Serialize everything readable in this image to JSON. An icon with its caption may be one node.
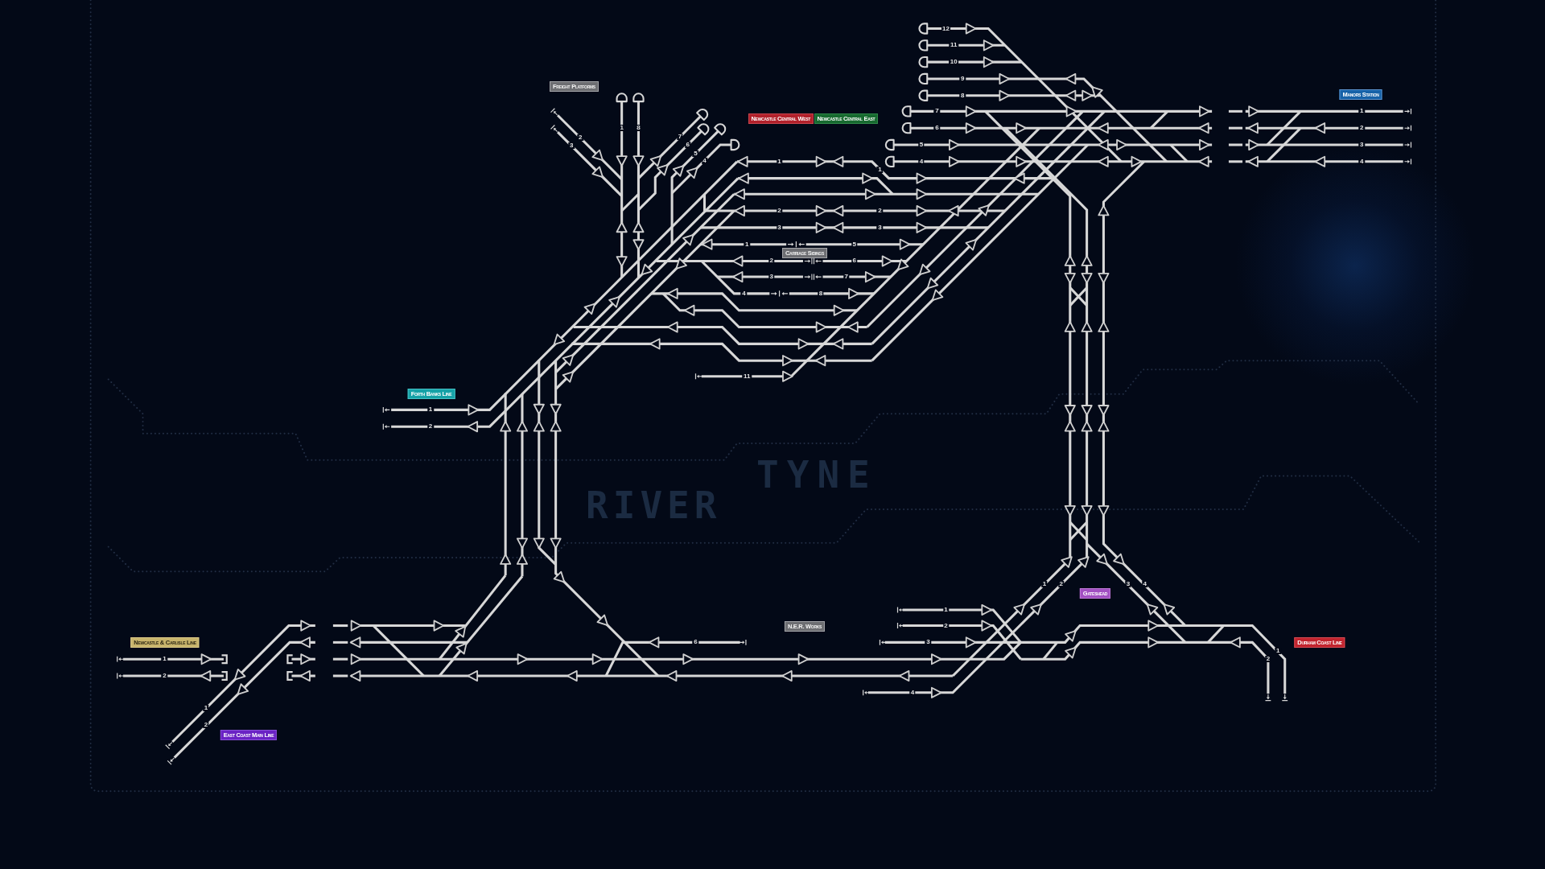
{
  "diagram": {
    "nodes": [
      {
        "text": [
          "Freight Platforms"
        ]
      },
      {
        "text": [
          "Manors Station"
        ]
      },
      {
        "text": [
          "Newcastle Central West"
        ]
      },
      {
        "text": [
          "Newcastle Central East"
        ]
      },
      {
        "text": [
          "Carriage Sidings"
        ]
      },
      {
        "text": [
          "Forth Banks Line"
        ]
      },
      {
        "text": [
          "Gateshead"
        ]
      },
      {
        "text": [
          "N.E.R. Works"
        ]
      },
      {
        "text": [
          "Newcastle & Carlisle Line"
        ]
      },
      {
        "text": [
          "Durham Coast Line"
        ]
      },
      {
        "text": [
          "East Coast Main Line"
        ]
      }
    ],
    "labels": [
      "12",
      "11",
      "10",
      "9",
      "8",
      "7",
      "1",
      "1",
      "8",
      "6",
      "2",
      "2",
      "7",
      "3",
      "6",
      "5",
      "3",
      "5",
      "4",
      "1",
      "4",
      "4",
      "1",
      "2",
      "2",
      "3",
      "3",
      "1",
      "5",
      "2",
      "6",
      "3",
      "7",
      "4",
      "8",
      "11",
      "1",
      "2",
      "RIVER",
      "TYNE",
      "1",
      "2",
      "3",
      "4",
      "1",
      "2",
      "6",
      "3",
      "1",
      "1",
      "2",
      "2",
      "4",
      "1",
      "2"
    ]
  }
}
